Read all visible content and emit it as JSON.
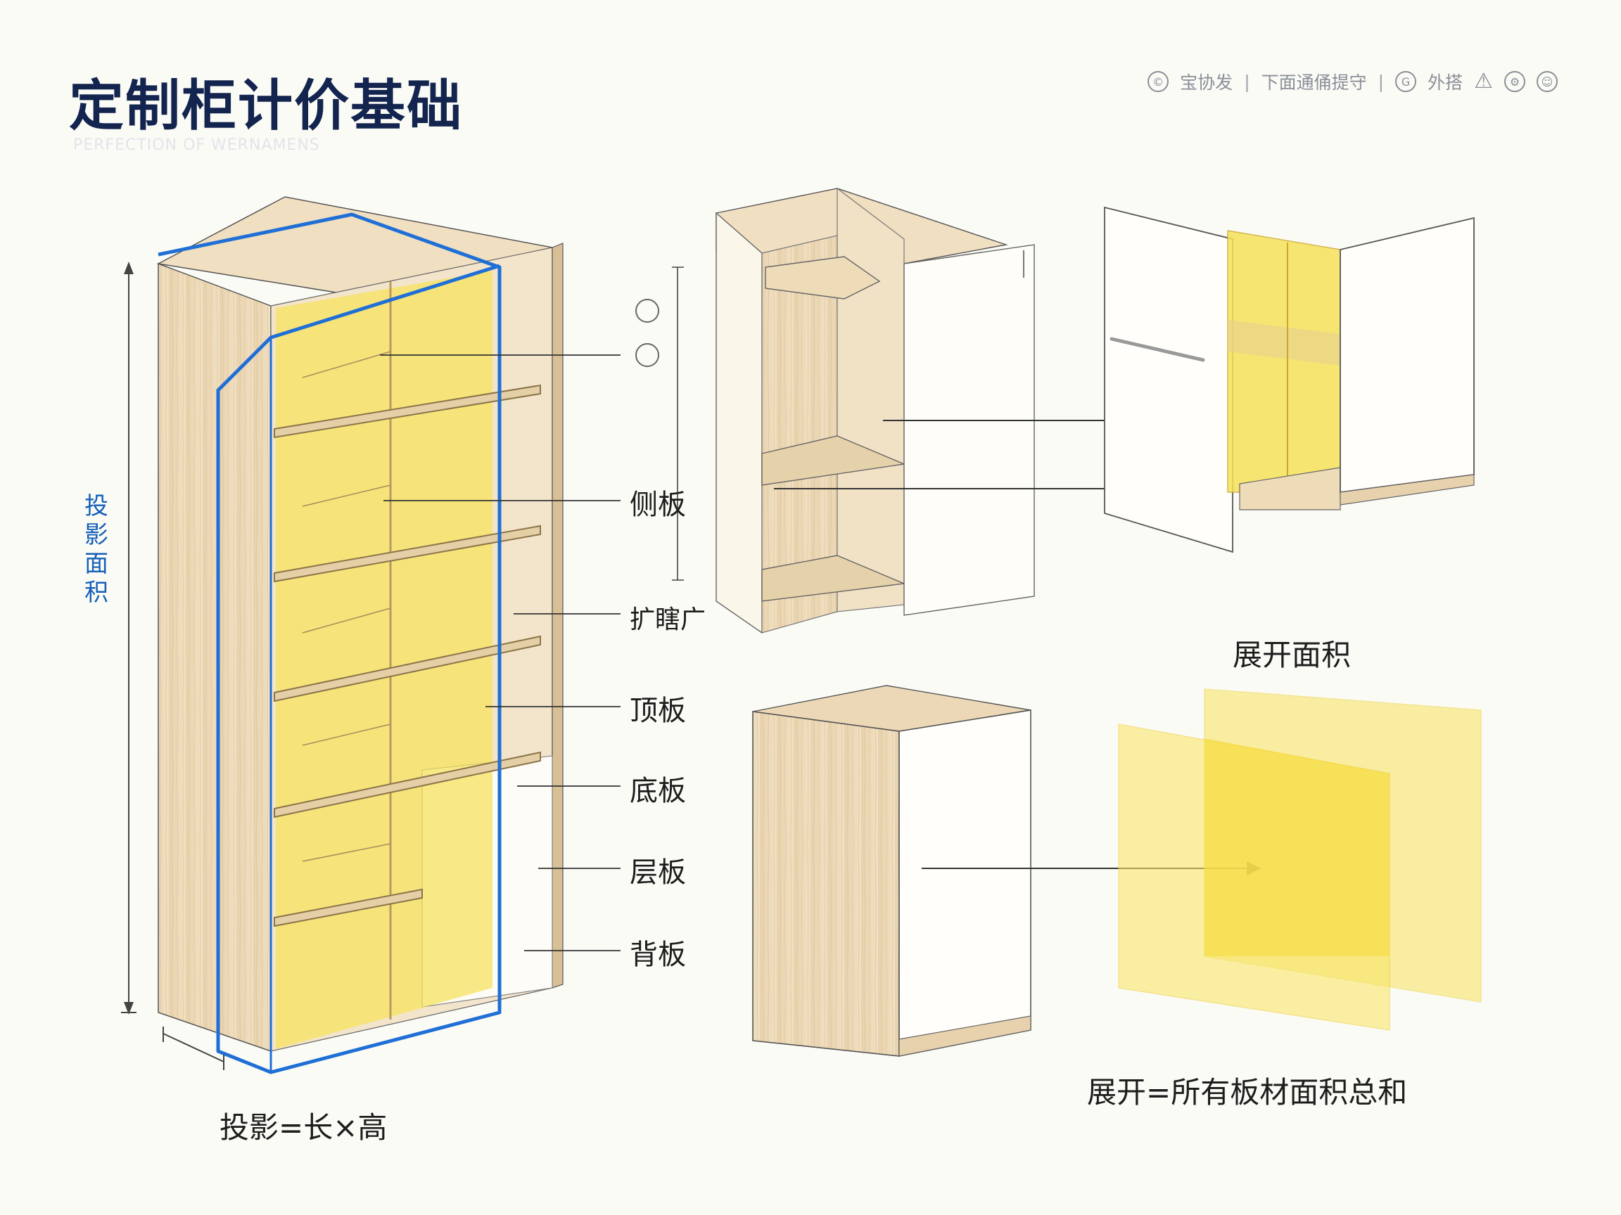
{
  "header": {
    "title": "定制柜计价基础",
    "subtitle": "PERFECTION OF WERNAMENS",
    "tools": {
      "item1": "宝协发",
      "item2": "下面通俑提守",
      "item3": "外搭"
    }
  },
  "labels": {
    "projection_area": "投影面积",
    "projection_formula": "投影=长×高",
    "part_side": "侧板",
    "part_misc": "扩瞎广",
    "part_top": "顶板",
    "part_bottom": "底板",
    "part_shelf": "层板",
    "part_back": "背板",
    "unfold_area": "展开面积",
    "unfold_formula": "展开=所有板材面积总和"
  },
  "colors": {
    "wood": "#ecd8b6",
    "highlight": "#f7e25a",
    "projection_outline": "#1f6fd6",
    "title": "#13244f"
  }
}
